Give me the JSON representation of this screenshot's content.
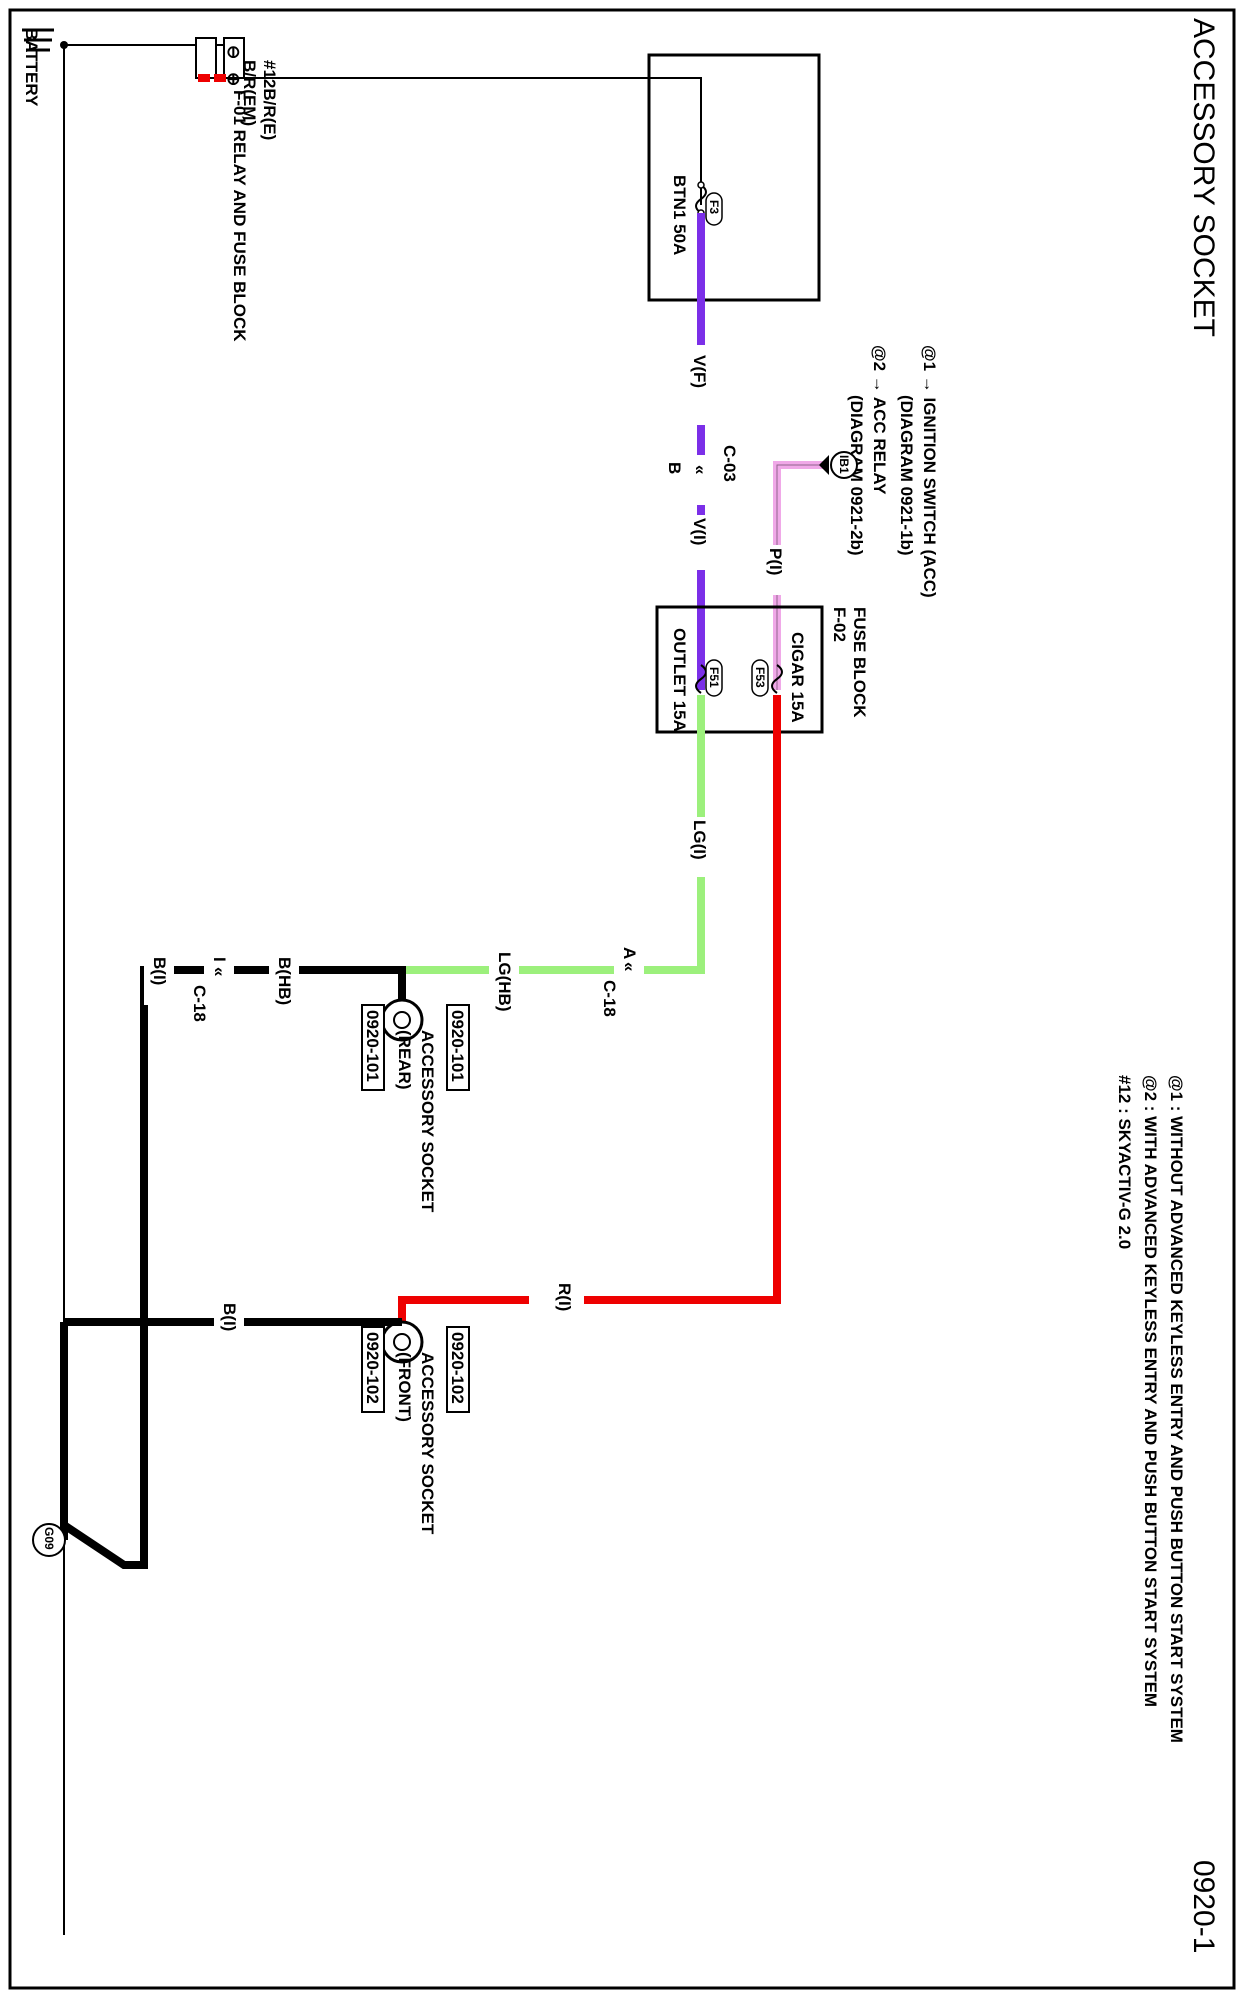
{
  "title": "ACCESSORY SOCKET",
  "page_number": "0920-1",
  "footnotes": {
    "at1": "@1 : WITHOUT ADVANCED KEYLESS ENTRY AND PUSH BUTTON START SYSTEM",
    "at2": "@2 : WITH ADVANCED KEYLESS ENTRY AND PUSH BUTTON START SYSTEM",
    "n12": "#12 : SKYACTIV-G 2.0"
  },
  "battery": {
    "label": "BATTERY",
    "plus": "⊕",
    "minus": "⊖"
  },
  "battery_wire": {
    "line1": "B/R(EM)",
    "line2": "#12B/R(E)"
  },
  "relay_fuse_block": {
    "label": "F-01 RELAY AND FUSE BLOCK",
    "fuse_name": "BTN1 50A",
    "fuse_id": "F3"
  },
  "wires": {
    "vf": "V(F)",
    "vi": "V(I)",
    "pi": "P(I)",
    "lgi": "LG(I)",
    "lghb": "LG(HB)",
    "bhb": "B(HB)",
    "bi_rear": "B(I)",
    "bi_front": "B(I)",
    "ri": "R(I)"
  },
  "connector_c03": {
    "name": "C-03",
    "pin": "B"
  },
  "connector_c18_a": {
    "name": "C-18",
    "pin": "A"
  },
  "connector_c18_i": {
    "name": "C-18",
    "pin": "I"
  },
  "ignition_notes": {
    "line1": "@1 → IGNITION SWITCH (ACC)",
    "line2": "(DIAGRAM  0921-1b)",
    "line3": "@2 → ACC RELAY",
    "line4": "(DIAGRAM  0921-2b)"
  },
  "source_ref": "IB1",
  "fuse_block": {
    "id": "F-02",
    "label": "FUSE BLOCK",
    "cigar_fuse": "CIGAR 15A",
    "cigar_id": "F53",
    "outlet_fuse": "OUTLET 15A",
    "outlet_id": "F51"
  },
  "rear_socket": {
    "ref_top": "0920-101",
    "ref_bottom": "0920-101",
    "label": "ACCESSORY SOCKET",
    "position": "(REAR)"
  },
  "front_socket": {
    "ref_top": "0920-102",
    "ref_bottom": "0920-102",
    "label": "ACCESSORY SOCKET",
    "position": "(FRONT)"
  },
  "ground": {
    "id": "G09"
  },
  "colors": {
    "violet": "#7b2fe8",
    "pink": "#f0a8e8",
    "light_green": "#9cf07c",
    "red": "#ee0000",
    "black": "#000000"
  }
}
